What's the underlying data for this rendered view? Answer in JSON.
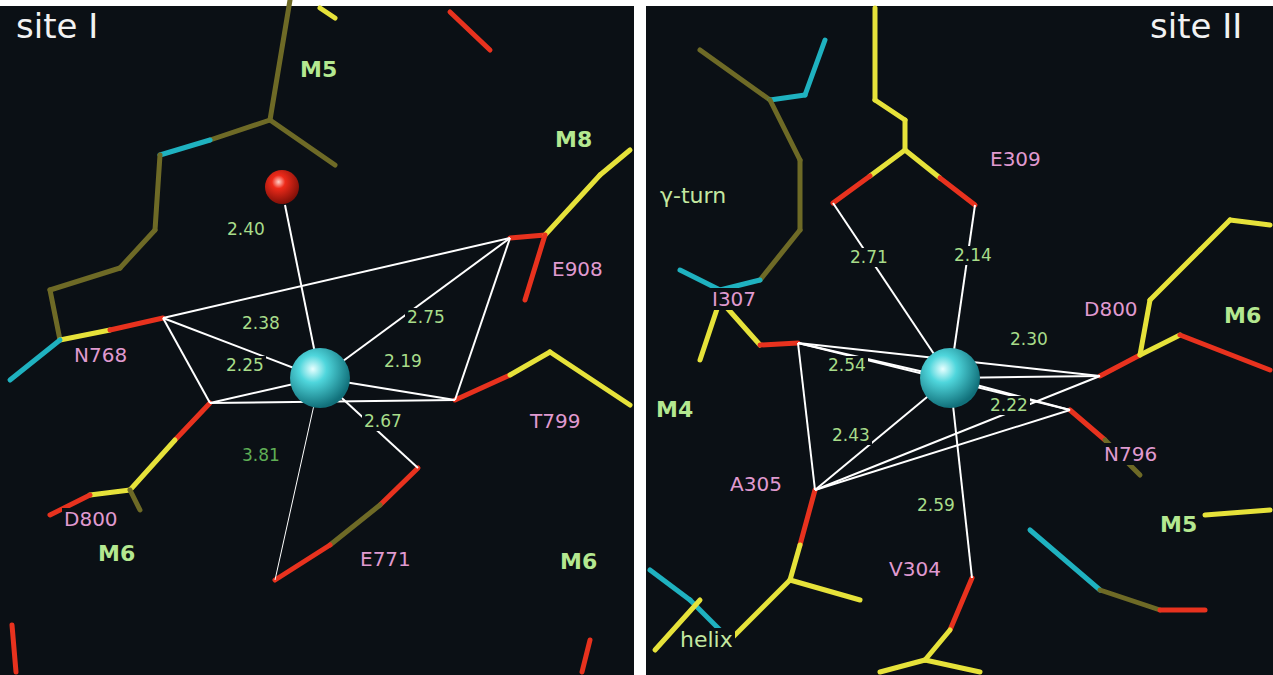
{
  "diagram": {
    "labels": [
      "site I",
      "M5",
      "M8",
      "E908",
      "2.40",
      "2.38",
      "2.25",
      "2.75",
      "2.19",
      "2.67",
      "3.81",
      "N768",
      "T799",
      "D800",
      "M6",
      "E771",
      "M6",
      "site II",
      "E309",
      "γ-turn",
      "2.71",
      "2.14",
      "I307",
      "D800",
      "M6",
      "2.30",
      "2.54",
      "2.22",
      "2.43",
      "N796",
      "M5",
      "M4",
      "A305",
      "2.59",
      "V304",
      "helix"
    ]
  }
}
